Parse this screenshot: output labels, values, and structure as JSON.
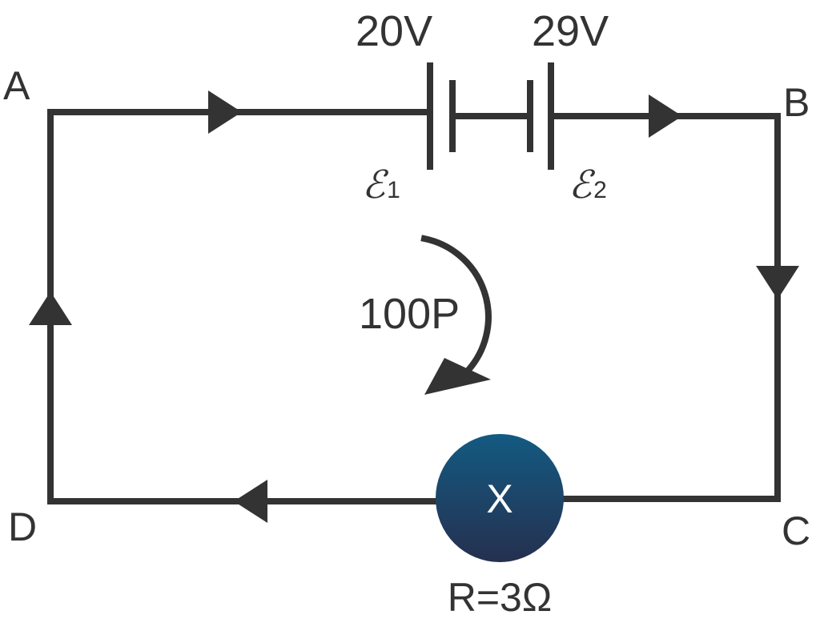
{
  "nodes": {
    "a": "A",
    "b": "B",
    "c": "C",
    "d": "D"
  },
  "batteries": [
    {
      "voltage": "20V",
      "emf_symbol": "ℰ",
      "emf_index": "1"
    },
    {
      "voltage": "29V",
      "emf_symbol": "ℰ",
      "emf_index": "2"
    }
  ],
  "loop": {
    "label": "100P",
    "direction_icon": "clockwise-arrow-icon"
  },
  "resistor": {
    "symbol": "X",
    "label": "R=3Ω",
    "fill_top": "#135a82",
    "fill_bottom": "#25304f"
  },
  "colors": {
    "wire": "#333333",
    "background": "#ffffff"
  }
}
